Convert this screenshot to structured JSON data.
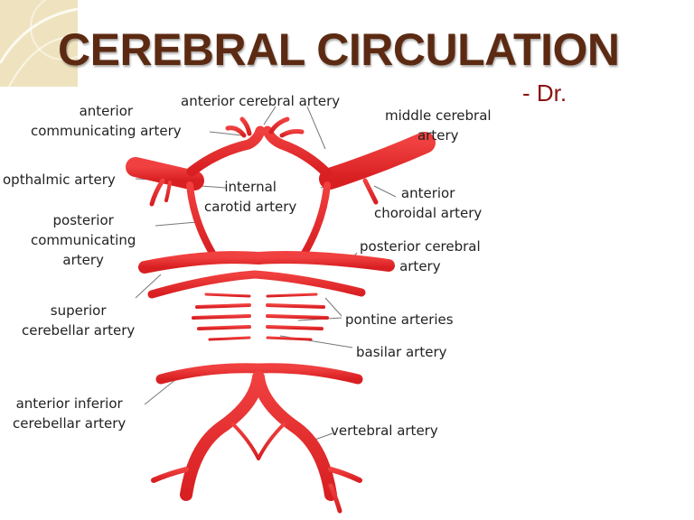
{
  "slide": {
    "title": "CEREBRAL CIRCULATION",
    "subtitle": "- Dr."
  },
  "labels": {
    "anterior_cerebral": "anterior cerebral artery",
    "anterior_communicating": [
      "anterior",
      "communicating artery"
    ],
    "middle_cerebral": [
      "middle cerebral",
      "artery"
    ],
    "opthalmic": "opthalmic artery",
    "internal_carotid": [
      "internal",
      "carotid artery"
    ],
    "anterior_choroidal": [
      "anterior",
      "choroidal artery"
    ],
    "posterior_communicating": [
      "posterior",
      "communicating",
      "artery"
    ],
    "posterior_cerebral": [
      "posterior cerebral",
      "artery"
    ],
    "superior_cerebellar": [
      "superior",
      "cerebellar artery"
    ],
    "pontine": "pontine arteries",
    "basilar": "basilar artery",
    "anterior_inferior_cerebellar": [
      "anterior inferior",
      "cerebellar artery"
    ],
    "vertebral": "vertebral artery"
  },
  "colors": {
    "artery": "#e8292c",
    "artery_dark": "#b81417",
    "title": "#5c2a12",
    "subtitle": "#8a1414",
    "leader": "#777777"
  }
}
